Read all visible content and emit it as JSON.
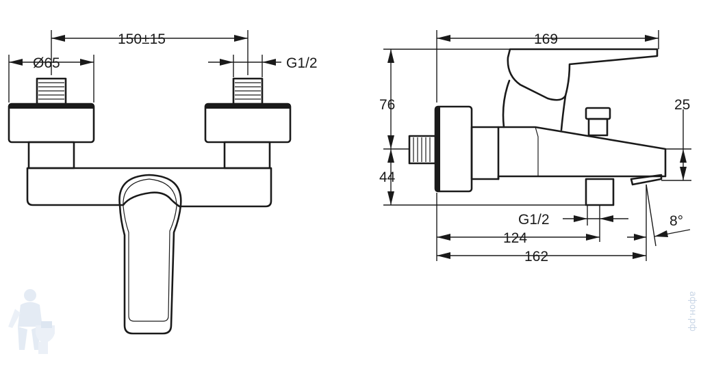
{
  "front_view": {
    "dim_spacing": "150±15",
    "dim_diameter": "Ø65",
    "dim_thread": "G1/2"
  },
  "side_view": {
    "dim_total_length": "169",
    "dim_height_upper": "76",
    "dim_height_lower": "44",
    "dim_spout": "25",
    "dim_thread": "G1/2",
    "dim_outlet": "124",
    "dim_reach": "162",
    "dim_angle": "8°"
  },
  "watermark": {
    "text": "афон.рф"
  }
}
